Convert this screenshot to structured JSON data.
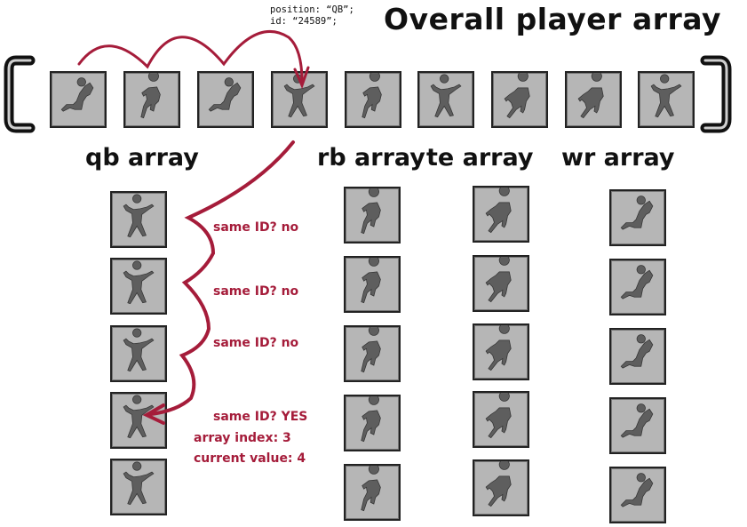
{
  "title": "Overall player array",
  "annotation": {
    "line1": "position: “QB”;",
    "line2": "id: “24589”;"
  },
  "colors": {
    "accent_red": "#a51c3a",
    "tile_bg": "#b6b6b6",
    "silhouette": "#5e5e5e",
    "ink": "#111111"
  },
  "overall_array": {
    "open_bracket": "[",
    "close_bracket": "]",
    "items": [
      {
        "pose": "catch-diving"
      },
      {
        "pose": "running-back"
      },
      {
        "pose": "catch-diving"
      },
      {
        "pose": "quarterback-throw",
        "highlighted": true
      },
      {
        "pose": "running-back"
      },
      {
        "pose": "quarterback-throw"
      },
      {
        "pose": "sprinting"
      },
      {
        "pose": "sprinting"
      },
      {
        "pose": "quarterback-throw"
      }
    ]
  },
  "columns": [
    {
      "label": "qb array",
      "pose": "quarterback-throw",
      "count": 5
    },
    {
      "label": "rb array",
      "pose": "running-back",
      "count": 5
    },
    {
      "label": "te array",
      "pose": "sprinting",
      "count": 5
    },
    {
      "label": "wr array",
      "pose": "catch-diving",
      "count": 5
    }
  ],
  "checks": [
    {
      "text": "same ID? no"
    },
    {
      "text": "same ID? no"
    },
    {
      "text": "same ID? no"
    },
    {
      "text": "same ID? YES"
    }
  ],
  "result": {
    "index_line": "array index: 3",
    "value_line": "current value: 4"
  }
}
